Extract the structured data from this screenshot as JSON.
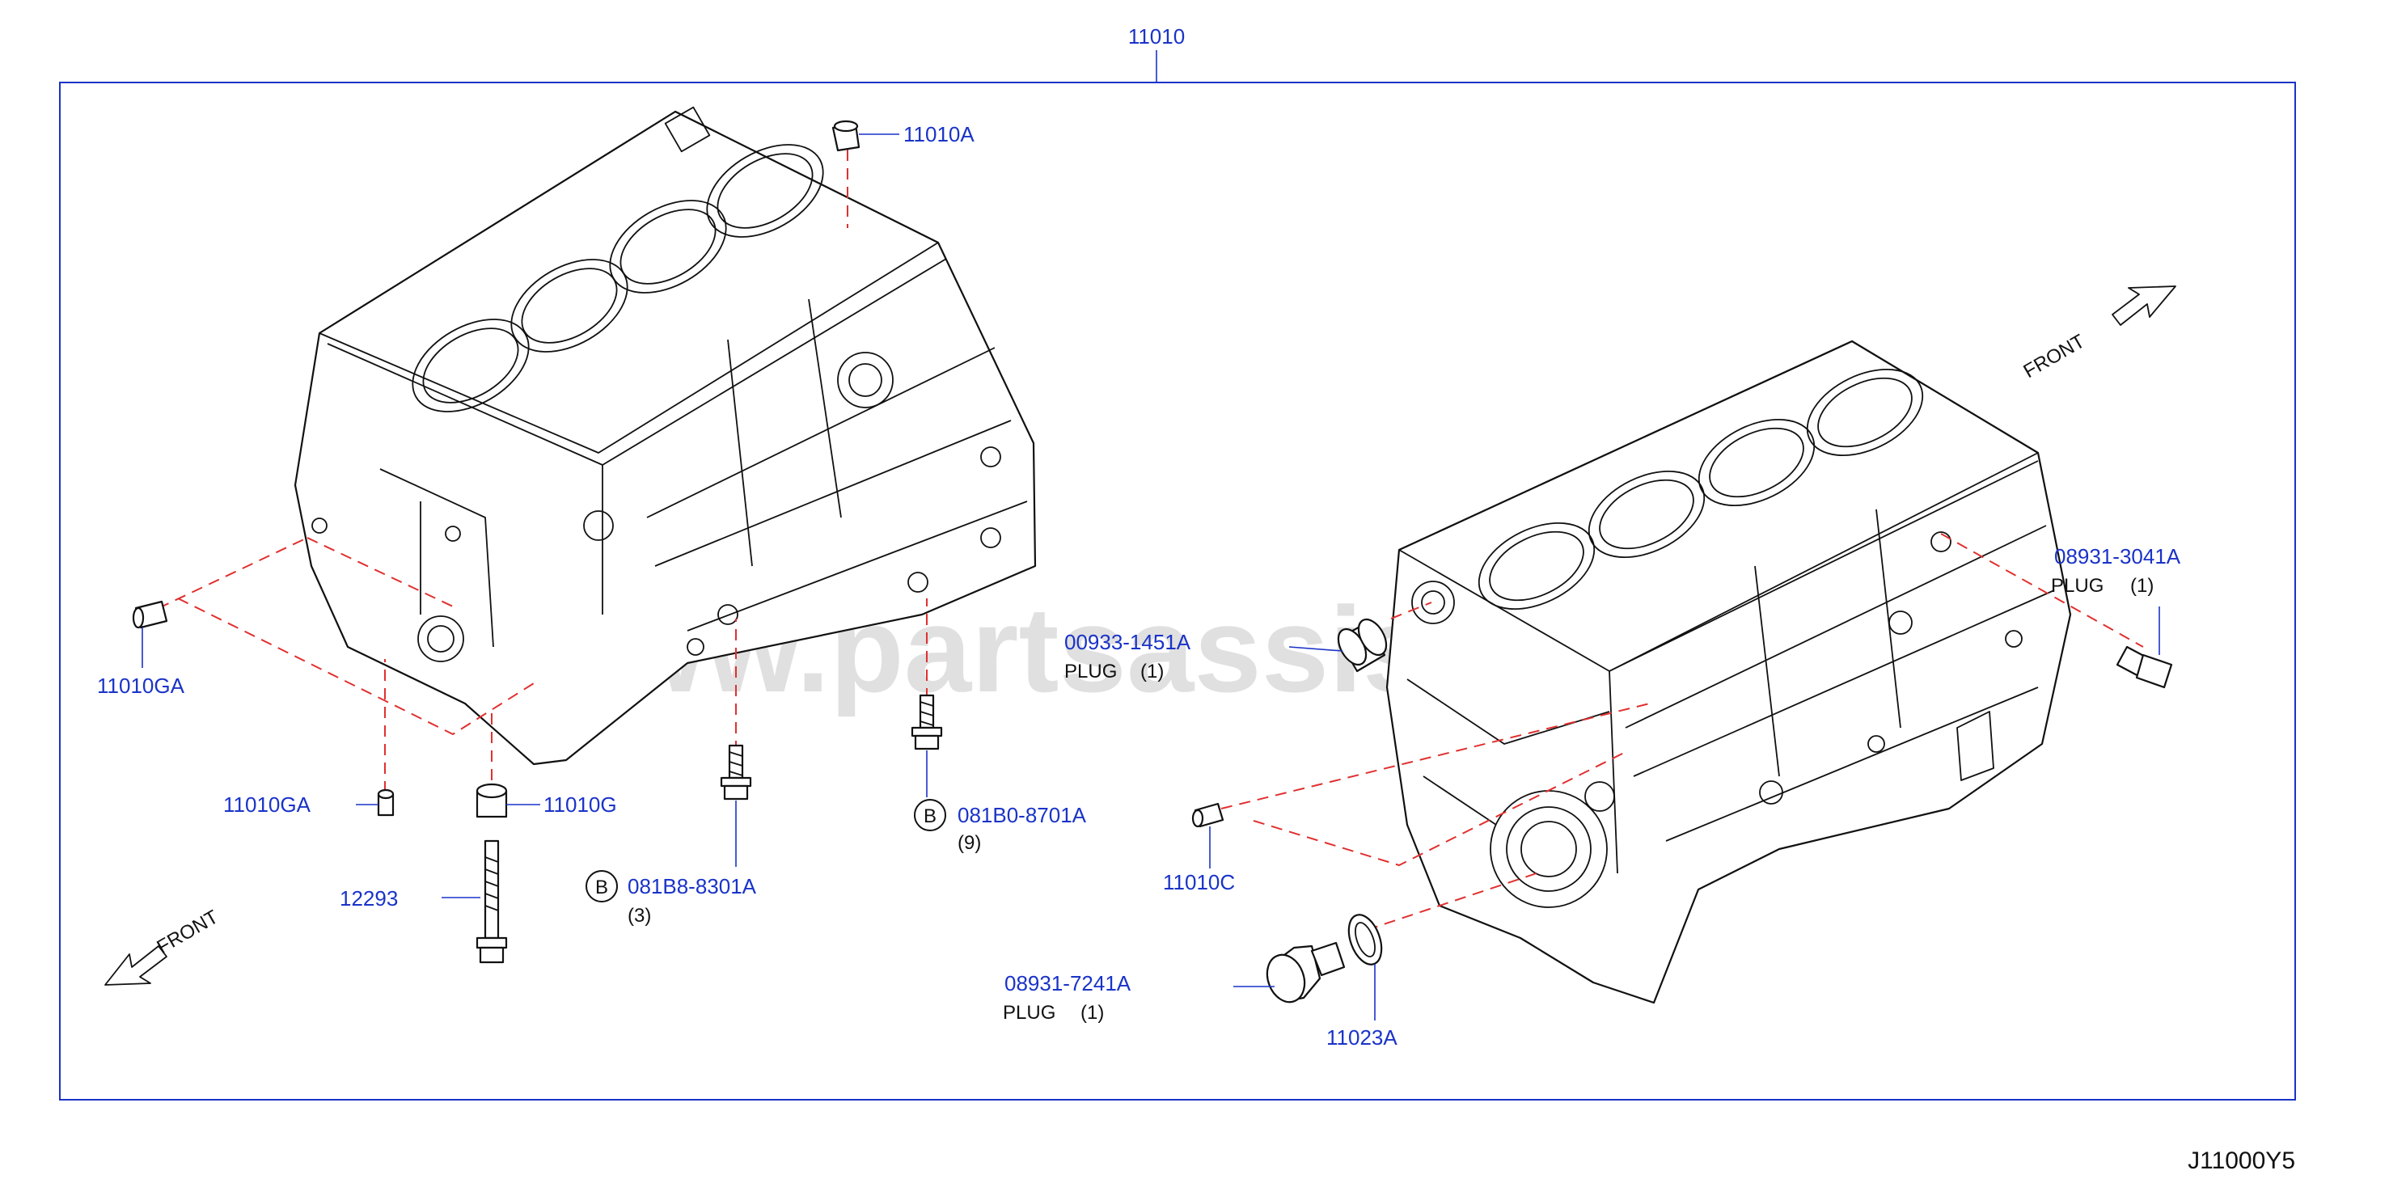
{
  "diagram": {
    "assembly_number": "11010",
    "figure_code": "J11000Y5",
    "watermark": "www.partsassistant.com",
    "front_label": "FRONT",
    "callouts": [
      {
        "id": "a",
        "part": "11010A"
      },
      {
        "id": "b",
        "part": "11010GA"
      },
      {
        "id": "c",
        "part": "11010GA"
      },
      {
        "id": "d",
        "part": "11010G"
      },
      {
        "id": "e",
        "part": "12293"
      },
      {
        "id": "f",
        "part": "081B8-8301A",
        "marker": "B",
        "qty": "(3)"
      },
      {
        "id": "g",
        "part": "081B0-8701A",
        "marker": "B",
        "qty": "(9)"
      },
      {
        "id": "h",
        "part": "00933-1451A",
        "desc": "PLUG",
        "qty": "(1)"
      },
      {
        "id": "i",
        "part": "08931-3041A",
        "desc": "PLUG",
        "qty": "(1)"
      },
      {
        "id": "j",
        "part": "11010C"
      },
      {
        "id": "k",
        "part": "08931-7241A",
        "desc": "PLUG",
        "qty": "(1)"
      },
      {
        "id": "l",
        "part": "11023A"
      }
    ]
  },
  "colors": {
    "label": "#1a33c8",
    "dash": "#e03030",
    "line": "#111111"
  }
}
